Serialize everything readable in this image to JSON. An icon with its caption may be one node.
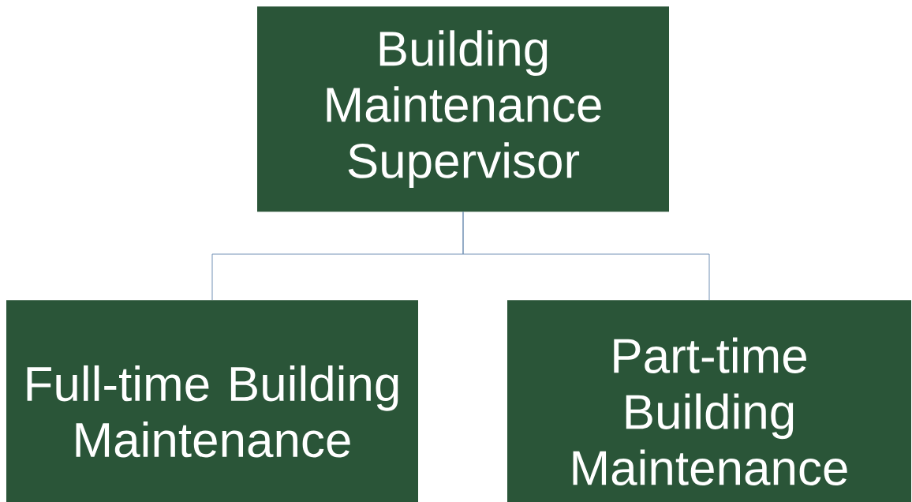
{
  "diagram": {
    "nodes": [
      {
        "text": [
          "Building Maintenance Supervisor"
        ]
      },
      {
        "text": [
          "Full-time Building Maintenance"
        ]
      },
      {
        "text": [
          "Part-time Building Maintenance"
        ]
      }
    ],
    "edges": [
      {
        "from": 0,
        "to": 1,
        "arrow": "none"
      },
      {
        "from": 0,
        "to": 2,
        "arrow": "none"
      }
    ]
  }
}
